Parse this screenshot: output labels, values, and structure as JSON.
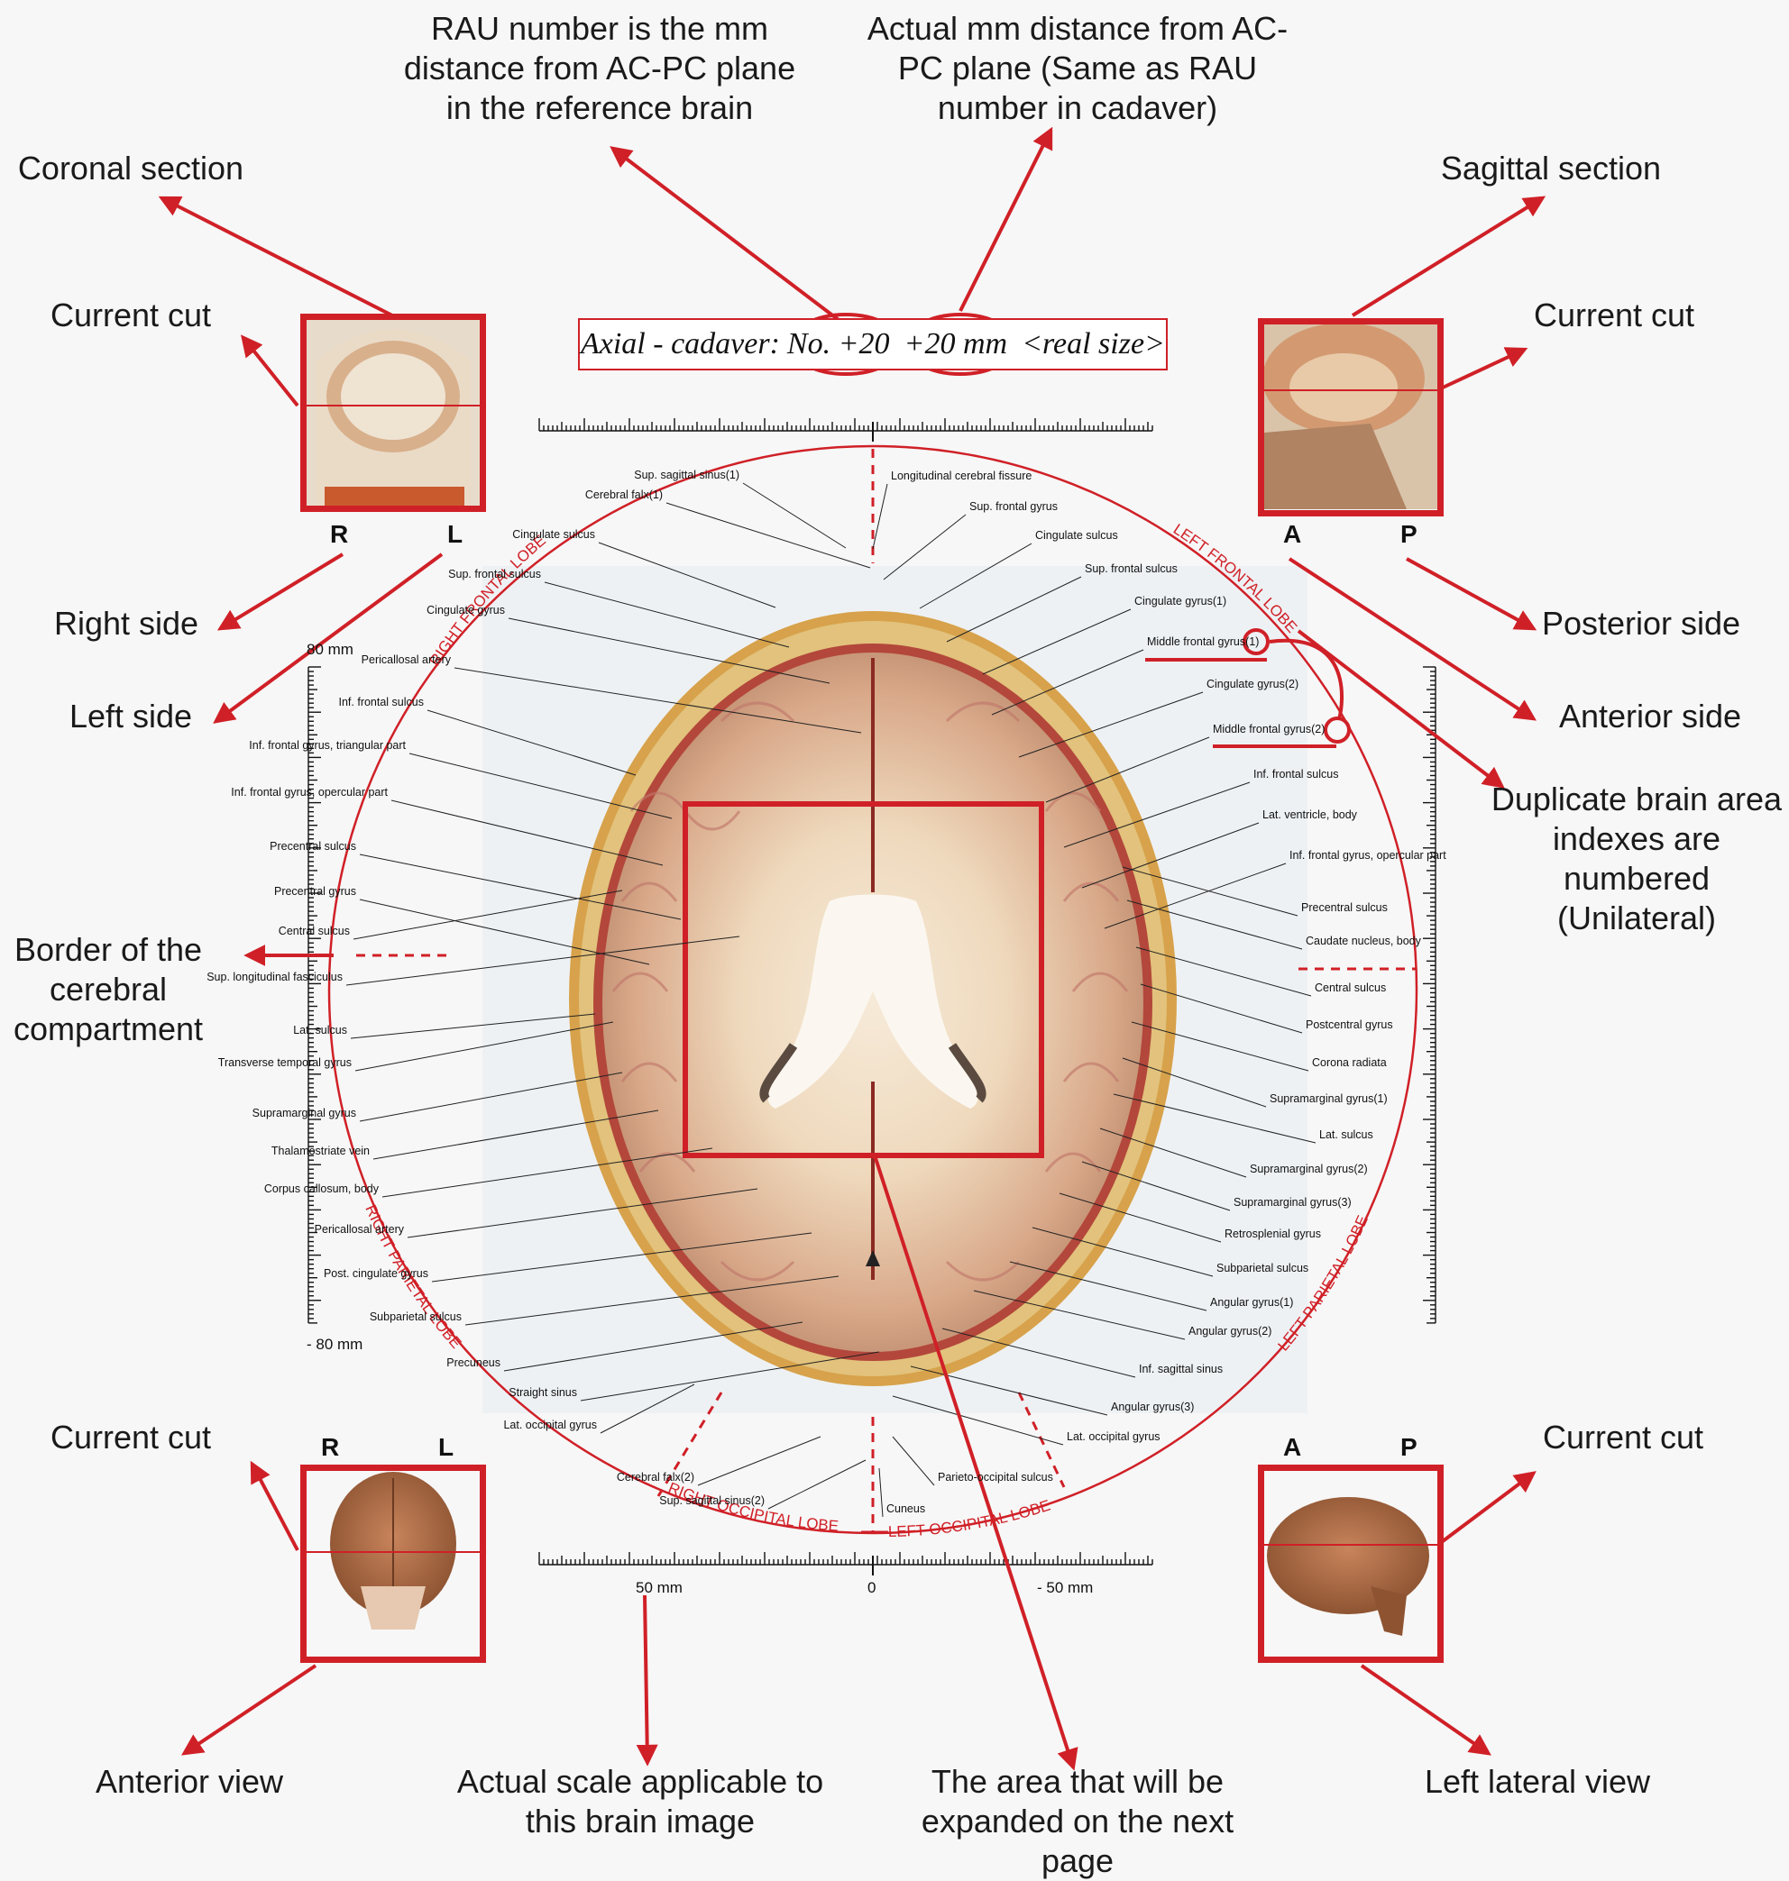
{
  "callouts": {
    "rau_number": "RAU number is the mm distance from AC-PC plane in the reference brain",
    "actual_mm": "Actual mm distance from AC-PC plane (Same as RAU number in cadaver)",
    "coronal_section": "Coronal section",
    "sagittal_section": "Sagittal section",
    "current_cut_tl": "Current  cut",
    "current_cut_tr": "Current  cut",
    "current_cut_bl": "Current  cut",
    "current_cut_br": "Current  cut",
    "right_side": "Right side",
    "left_side": "Left side",
    "posterior_side": "Posterior side",
    "anterior_side": "Anterior side",
    "duplicate_indexes": "Duplicate brain area indexes are numbered (Unilateral)",
    "border_compartment": "Border of the cerebral compartment",
    "anterior_view": "Anterior view",
    "actual_scale": "Actual scale applicable to this brain image",
    "expanded_area": "The area that will be expanded on the next page",
    "left_lateral_view": "Left lateral view"
  },
  "title": {
    "prefix": "Axial - cadaver:",
    "number": "No. +20",
    "distance": "+20 mm",
    "suffix": "<real size>"
  },
  "axis_letters": {
    "tl_r": "R",
    "tl_l": "L",
    "tr_a": "A",
    "tr_p": "P",
    "bl_r": "R",
    "bl_l": "L",
    "br_a": "A",
    "br_p": "P"
  },
  "scale": {
    "top_80": "80 mm",
    "bottom_80": "- 80 mm",
    "bottom_50": "50 mm",
    "bottom_0": "0",
    "bottom_neg50": "- 50 mm"
  },
  "lobes": {
    "right_frontal": "RIGHT FRONTAL LOBE",
    "left_frontal": "LEFT FRONTAL LOBE",
    "right_parietal": "RIGHT PARIETAL LOBE",
    "left_parietal": "LEFT PARIETAL LOBE",
    "right_occipital": "RIGHT OCCIPITAL LOBE",
    "left_occipital": "LEFT OCCIPITAL LOBE"
  },
  "left_labels": [
    "Sup. sagittal sinus(1)",
    "Cerebral falx(1)",
    "Cingulate sulcus",
    "Sup. frontal sulcus",
    "Cingulate gyrus",
    "Pericallosal artery",
    "Inf. frontal sulcus",
    "Inf. frontal gyrus, triangular part",
    "Inf. frontal gyrus, opercular part",
    "Precentral sulcus",
    "Precentral gyrus",
    "Central sulcus",
    "Sup. longitudinal fasciculus",
    "Lat. sulcus",
    "Transverse temporal gyrus",
    "Supramarginal gyrus",
    "Thalamostriate vein",
    "Corpus callosum, body",
    "Pericallosal artery",
    "Post. cingulate gyrus",
    "Subparietal sulcus",
    "Precuneus",
    "Straight sinus",
    "Lat. occipital gyrus",
    "Cerebral falx(2)",
    "Sup. sagittal sinus(2)"
  ],
  "right_labels": [
    "Longitudinal cerebral fissure",
    "Sup. frontal gyrus",
    "Cingulate sulcus",
    "Sup. frontal sulcus",
    "Cingulate gyrus(1)",
    "Middle frontal gyrus(1)",
    "Cingulate gyrus(2)",
    "Middle frontal gyrus(2)",
    "Inf. frontal sulcus",
    "Lat. ventricle, body",
    "Inf. frontal gyrus, opercular part",
    "Precentral sulcus",
    "Caudate nucleus, body",
    "Central sulcus",
    "Postcentral gyrus",
    "Corona radiata",
    "Supramarginal gyrus(1)",
    "Lat. sulcus",
    "Supramarginal gyrus(2)",
    "Supramarginal gyrus(3)",
    "Retrosplenial gyrus",
    "Subparietal sulcus",
    "Angular gyrus(1)",
    "Angular gyrus(2)",
    "Inf. sagittal sinus",
    "Angular gyrus(3)",
    "Lat. occipital gyrus",
    "Parieto-occipital sulcus",
    "Cuneus"
  ],
  "colors": {
    "accent": "#d02027",
    "brain_tissue": "#e9c9a8",
    "background": "#f7f7f7"
  }
}
